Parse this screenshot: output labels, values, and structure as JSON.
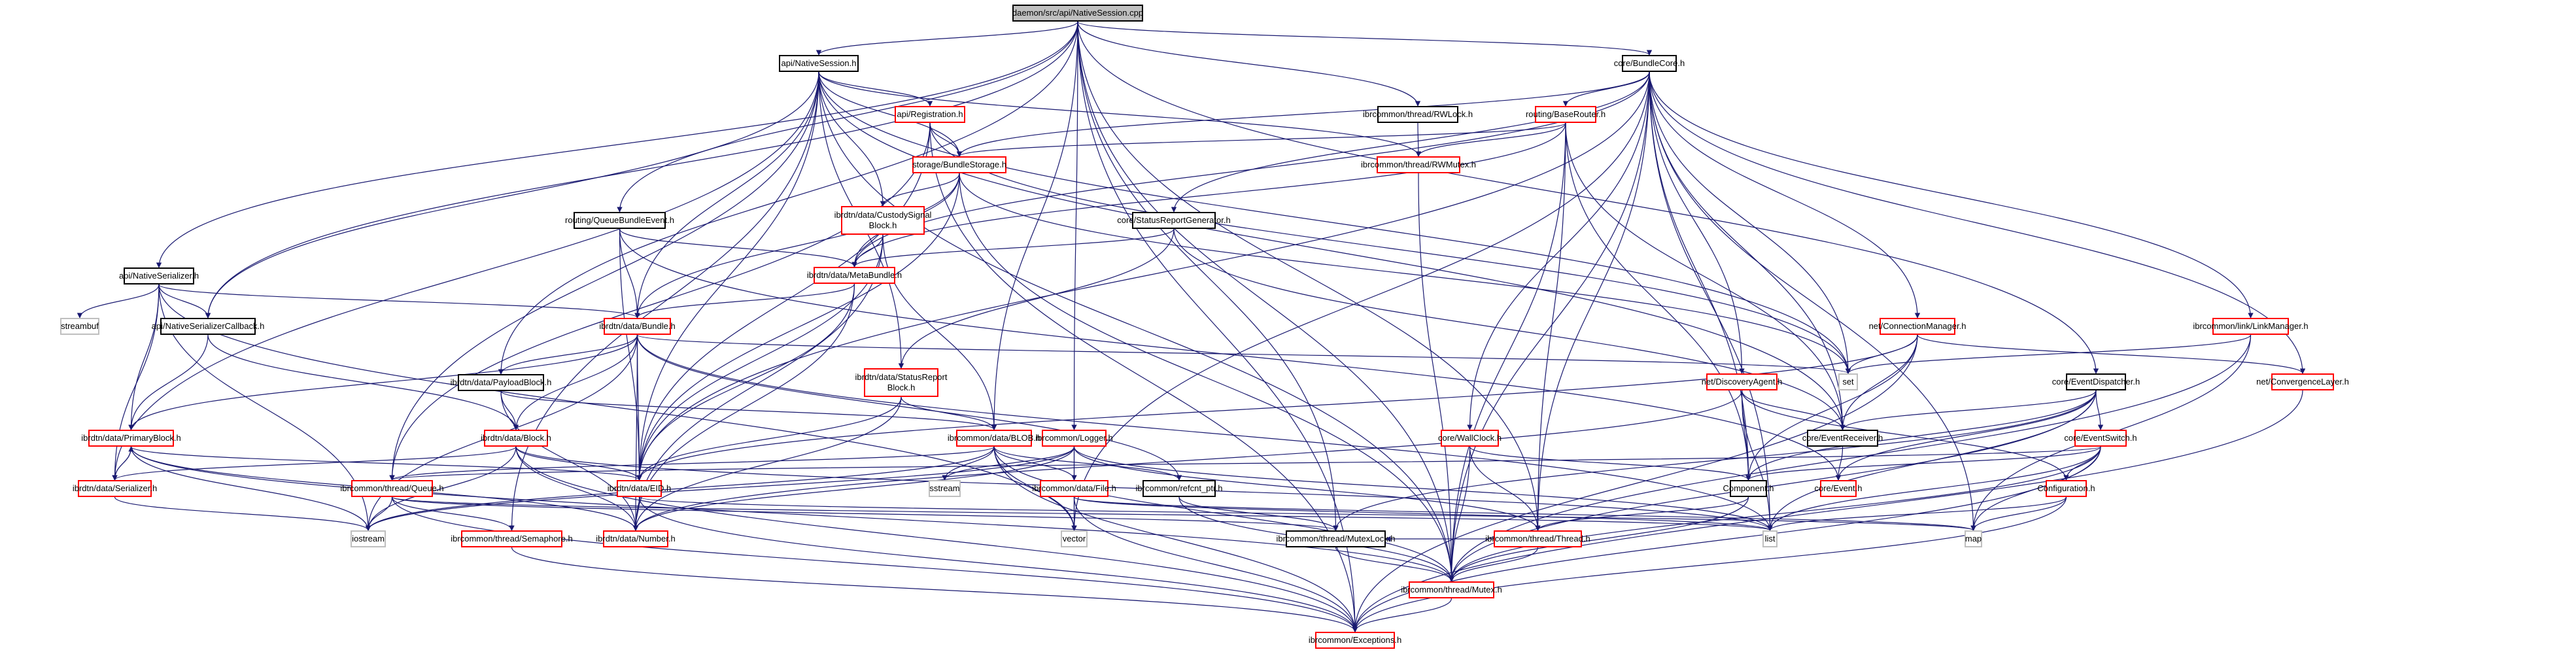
{
  "diagram": {
    "type": "include-dependency-graph",
    "edge_color": "#191970",
    "legend_colors": {
      "documented": "#000000",
      "truncated": "#ff0000",
      "system": "#bfbfbf",
      "root_fill": "#bfbfbf"
    },
    "nodes": [
      {
        "id": "root",
        "label": "daemon/src/api/NativeSession.cpp",
        "kind": "root"
      },
      {
        "id": "nsh",
        "label": "api/NativeSession.h",
        "kind": "doc"
      },
      {
        "id": "bcore",
        "label": "core/BundleCore.h",
        "kind": "doc"
      },
      {
        "id": "reg",
        "label": "api/Registration.h",
        "kind": "red"
      },
      {
        "id": "rwlock",
        "label": "ibrcommon/thread/RWLock.h",
        "kind": "doc"
      },
      {
        "id": "brouter",
        "label": "routing/BaseRouter.h",
        "kind": "red"
      },
      {
        "id": "bstore",
        "label": "storage/BundleStorage.h",
        "kind": "red"
      },
      {
        "id": "rwmutex",
        "label": "ibrcommon/thread/RWMutex.h",
        "kind": "red"
      },
      {
        "id": "custody",
        "label": "ibrdtn/data/CustodySignal\nBlock.h",
        "kind": "red"
      },
      {
        "id": "qbe",
        "label": "routing/QueueBundleEvent.h",
        "kind": "doc"
      },
      {
        "id": "srgen",
        "label": "core/StatusReportGenerator.h",
        "kind": "doc"
      },
      {
        "id": "nser",
        "label": "api/NativeSerializer.h",
        "kind": "doc"
      },
      {
        "id": "meta",
        "label": "ibrdtn/data/MetaBundle.h",
        "kind": "red"
      },
      {
        "id": "streambuf",
        "label": "streambuf",
        "kind": "sys"
      },
      {
        "id": "nsercb",
        "label": "api/NativeSerializerCallback.h",
        "kind": "doc"
      },
      {
        "id": "bundle",
        "label": "ibrdtn/data/Bundle.h",
        "kind": "red"
      },
      {
        "id": "connmgr",
        "label": "net/ConnectionManager.h",
        "kind": "red"
      },
      {
        "id": "linkmgr",
        "label": "ibrcommon/link/LinkManager.h",
        "kind": "red"
      },
      {
        "id": "payload",
        "label": "ibrdtn/data/PayloadBlock.h",
        "kind": "doc"
      },
      {
        "id": "srblock",
        "label": "ibrdtn/data/StatusReport\nBlock.h",
        "kind": "red"
      },
      {
        "id": "set",
        "label": "set",
        "kind": "sys"
      },
      {
        "id": "disc",
        "label": "net/DiscoveryAgent.h",
        "kind": "red"
      },
      {
        "id": "evdisp",
        "label": "core/EventDispatcher.h",
        "kind": "doc"
      },
      {
        "id": "cl",
        "label": "net/ConvergenceLayer.h",
        "kind": "red"
      },
      {
        "id": "primary",
        "label": "ibrdtn/data/PrimaryBlock.h",
        "kind": "red"
      },
      {
        "id": "block",
        "label": "ibrdtn/data/Block.h",
        "kind": "red"
      },
      {
        "id": "blob",
        "label": "ibrcommon/data/BLOB.h",
        "kind": "red"
      },
      {
        "id": "logger",
        "label": "ibrcommon/Logger.h",
        "kind": "red"
      },
      {
        "id": "wallclock",
        "label": "core/WallClock.h",
        "kind": "red"
      },
      {
        "id": "evrecv",
        "label": "core/EventReceiver.h",
        "kind": "doc"
      },
      {
        "id": "evswitch",
        "label": "core/EventSwitch.h",
        "kind": "red"
      },
      {
        "id": "serializer",
        "label": "ibrdtn/data/Serializer.h",
        "kind": "red"
      },
      {
        "id": "queue",
        "label": "ibrcommon/thread/Queue.h",
        "kind": "red"
      },
      {
        "id": "eid",
        "label": "ibrdtn/data/EID.h",
        "kind": "red"
      },
      {
        "id": "sstream",
        "label": "sstream",
        "kind": "sys"
      },
      {
        "id": "file",
        "label": "ibrcommon/data/File.h",
        "kind": "red"
      },
      {
        "id": "refcnt",
        "label": "ibrcommon/refcnt_ptr.h",
        "kind": "doc"
      },
      {
        "id": "component",
        "label": "Component.h",
        "kind": "doc"
      },
      {
        "id": "event",
        "label": "core/Event.h",
        "kind": "red"
      },
      {
        "id": "config",
        "label": "Configuration.h",
        "kind": "red"
      },
      {
        "id": "iostream",
        "label": "iostream",
        "kind": "sys"
      },
      {
        "id": "semaphore",
        "label": "ibrcommon/thread/Semaphore.h",
        "kind": "red"
      },
      {
        "id": "number",
        "label": "ibrdtn/data/Number.h",
        "kind": "red"
      },
      {
        "id": "vector",
        "label": "vector",
        "kind": "sys"
      },
      {
        "id": "mutexlock",
        "label": "ibrcommon/thread/MutexLock.h",
        "kind": "doc"
      },
      {
        "id": "thread",
        "label": "ibrcommon/thread/Thread.h",
        "kind": "red"
      },
      {
        "id": "list",
        "label": "list",
        "kind": "sys"
      },
      {
        "id": "map",
        "label": "map",
        "kind": "sys"
      },
      {
        "id": "mutex",
        "label": "ibrcommon/thread/Mutex.h",
        "kind": "red"
      },
      {
        "id": "exceptions",
        "label": "ibrcommon/Exceptions.h",
        "kind": "red"
      }
    ],
    "edges": [
      [
        "root",
        "nsh"
      ],
      [
        "root",
        "bcore"
      ],
      [
        "root",
        "nser"
      ],
      [
        "root",
        "nsercb"
      ],
      [
        "root",
        "qbe"
      ],
      [
        "root",
        "payload"
      ],
      [
        "root",
        "blob"
      ],
      [
        "root",
        "logger"
      ],
      [
        "root",
        "rwlock"
      ],
      [
        "root",
        "mutexlock"
      ],
      [
        "root",
        "mutex"
      ],
      [
        "root",
        "exceptions"
      ],
      [
        "root",
        "evdisp"
      ],
      [
        "root",
        "thread"
      ],
      [
        "nsh",
        "reg"
      ],
      [
        "nsh",
        "bstore"
      ],
      [
        "nsh",
        "custody"
      ],
      [
        "nsh",
        "srblock"
      ],
      [
        "nsh",
        "bundle"
      ],
      [
        "nsh",
        "queue"
      ],
      [
        "nsh",
        "rwmutex"
      ],
      [
        "nsh",
        "evrecv"
      ],
      [
        "nsh",
        "eid"
      ],
      [
        "nsh",
        "serializer"
      ],
      [
        "nsh",
        "nsercb"
      ],
      [
        "nsh",
        "semaphore"
      ],
      [
        "nsh",
        "set"
      ],
      [
        "nsh",
        "mutex"
      ],
      [
        "reg",
        "bstore"
      ],
      [
        "reg",
        "queue"
      ],
      [
        "reg",
        "eid"
      ],
      [
        "reg",
        "set"
      ],
      [
        "reg",
        "exceptions"
      ],
      [
        "bstore",
        "custody"
      ],
      [
        "bstore",
        "meta"
      ],
      [
        "bstore",
        "bundle"
      ],
      [
        "bstore",
        "eid"
      ],
      [
        "bstore",
        "set"
      ],
      [
        "bstore",
        "mutex"
      ],
      [
        "rwlock",
        "rwmutex"
      ],
      [
        "rwmutex",
        "mutex"
      ],
      [
        "custody",
        "meta"
      ],
      [
        "custody",
        "blob"
      ],
      [
        "custody",
        "eid"
      ],
      [
        "custody",
        "number"
      ],
      [
        "qbe",
        "bundle"
      ],
      [
        "qbe",
        "meta"
      ],
      [
        "qbe",
        "eid"
      ],
      [
        "qbe",
        "event"
      ],
      [
        "srgen",
        "srblock"
      ],
      [
        "srgen",
        "meta"
      ],
      [
        "srgen",
        "evrecv"
      ],
      [
        "nser",
        "streambuf"
      ],
      [
        "nser",
        "nsercb"
      ],
      [
        "nser",
        "bundle"
      ],
      [
        "nser",
        "primary"
      ],
      [
        "nser",
        "serializer"
      ],
      [
        "nser",
        "iostream"
      ],
      [
        "nser",
        "vector"
      ],
      [
        "nsercb",
        "primary"
      ],
      [
        "nsercb",
        "block"
      ],
      [
        "meta",
        "bundle"
      ],
      [
        "meta",
        "eid"
      ],
      [
        "meta",
        "number"
      ],
      [
        "bundle",
        "payload"
      ],
      [
        "bundle",
        "block"
      ],
      [
        "bundle",
        "primary"
      ],
      [
        "bundle",
        "eid"
      ],
      [
        "bundle",
        "number"
      ],
      [
        "bundle",
        "refcnt"
      ],
      [
        "bundle",
        "set"
      ],
      [
        "bundle",
        "list"
      ],
      [
        "bundle",
        "iostream"
      ],
      [
        "bcore",
        "brouter"
      ],
      [
        "bcore",
        "srgen"
      ],
      [
        "bcore",
        "bstore"
      ],
      [
        "bcore",
        "meta"
      ],
      [
        "bcore",
        "connmgr"
      ],
      [
        "bcore",
        "linkmgr"
      ],
      [
        "bcore",
        "disc"
      ],
      [
        "bcore",
        "wallclock"
      ],
      [
        "bcore",
        "component"
      ],
      [
        "bcore",
        "evrecv"
      ],
      [
        "bcore",
        "set"
      ],
      [
        "bcore",
        "map"
      ],
      [
        "bcore",
        "cl"
      ],
      [
        "bcore",
        "eid"
      ],
      [
        "bcore",
        "vector"
      ],
      [
        "bcore",
        "thread"
      ],
      [
        "bcore",
        "mutex"
      ],
      [
        "bcore",
        "list"
      ],
      [
        "brouter",
        "rwmutex"
      ],
      [
        "brouter",
        "bstore"
      ],
      [
        "brouter",
        "meta"
      ],
      [
        "brouter",
        "component"
      ],
      [
        "brouter",
        "evrecv"
      ],
      [
        "brouter",
        "thread"
      ],
      [
        "brouter",
        "mutex"
      ],
      [
        "connmgr",
        "set"
      ],
      [
        "connmgr",
        "evrecv"
      ],
      [
        "connmgr",
        "cl"
      ],
      [
        "connmgr",
        "component"
      ],
      [
        "connmgr",
        "eid"
      ],
      [
        "connmgr",
        "exceptions"
      ],
      [
        "linkmgr",
        "set"
      ],
      [
        "linkmgr",
        "map"
      ],
      [
        "linkmgr",
        "mutex"
      ],
      [
        "cl",
        "exceptions"
      ],
      [
        "payload",
        "block"
      ],
      [
        "payload",
        "blob"
      ],
      [
        "payload",
        "number"
      ],
      [
        "srblock",
        "blob"
      ],
      [
        "srblock",
        "eid"
      ],
      [
        "srblock",
        "number"
      ],
      [
        "disc",
        "component"
      ],
      [
        "disc",
        "evrecv"
      ],
      [
        "disc",
        "list"
      ],
      [
        "disc",
        "config"
      ],
      [
        "disc",
        "number"
      ],
      [
        "evdisp",
        "evswitch"
      ],
      [
        "evdisp",
        "evrecv"
      ],
      [
        "evdisp",
        "event"
      ],
      [
        "evdisp",
        "component"
      ],
      [
        "evdisp",
        "list"
      ],
      [
        "evdisp",
        "mutexlock"
      ],
      [
        "evdisp",
        "mutex"
      ],
      [
        "evswitch",
        "component"
      ],
      [
        "evswitch",
        "config"
      ],
      [
        "evswitch",
        "map"
      ],
      [
        "evswitch",
        "list"
      ],
      [
        "evswitch",
        "mutex"
      ],
      [
        "evswitch",
        "exceptions"
      ],
      [
        "evswitch",
        "queue"
      ],
      [
        "primary",
        "serializer"
      ],
      [
        "primary",
        "eid"
      ],
      [
        "primary",
        "number"
      ],
      [
        "primary",
        "iostream"
      ],
      [
        "primary",
        "mutex"
      ],
      [
        "serializer",
        "primary"
      ],
      [
        "serializer",
        "iostream"
      ],
      [
        "block",
        "eid"
      ],
      [
        "block",
        "number"
      ],
      [
        "block",
        "serializer"
      ],
      [
        "block",
        "iostream"
      ],
      [
        "block",
        "list"
      ],
      [
        "block",
        "exceptions"
      ],
      [
        "blob",
        "sstream"
      ],
      [
        "blob",
        "file"
      ],
      [
        "blob",
        "refcnt"
      ],
      [
        "blob",
        "queue"
      ],
      [
        "blob",
        "mutex"
      ],
      [
        "blob",
        "iostream"
      ],
      [
        "blob",
        "vector"
      ],
      [
        "blob",
        "exceptions"
      ],
      [
        "logger",
        "sstream"
      ],
      [
        "logger",
        "file"
      ],
      [
        "logger",
        "vector"
      ],
      [
        "logger",
        "thread"
      ],
      [
        "logger",
        "iostream"
      ],
      [
        "logger",
        "number"
      ],
      [
        "logger",
        "list"
      ],
      [
        "wallclock",
        "component"
      ],
      [
        "wallclock",
        "thread"
      ],
      [
        "wallclock",
        "mutex"
      ],
      [
        "evrecv",
        "event"
      ],
      [
        "queue",
        "semaphore"
      ],
      [
        "queue",
        "iostream"
      ],
      [
        "queue",
        "mutexlock"
      ],
      [
        "queue",
        "exceptions"
      ],
      [
        "queue",
        "list"
      ],
      [
        "eid",
        "number"
      ],
      [
        "eid",
        "map"
      ],
      [
        "eid",
        "exceptions"
      ],
      [
        "file",
        "vector"
      ],
      [
        "file",
        "list"
      ],
      [
        "file",
        "exceptions"
      ],
      [
        "file",
        "map"
      ],
      [
        "refcnt",
        "mutexlock"
      ],
      [
        "refcnt",
        "mutex"
      ],
      [
        "component",
        "thread"
      ],
      [
        "component",
        "mutex"
      ],
      [
        "config",
        "map"
      ],
      [
        "config",
        "list"
      ],
      [
        "config",
        "exceptions"
      ],
      [
        "semaphore",
        "exceptions"
      ],
      [
        "mutexlock",
        "mutex"
      ],
      [
        "thread",
        "mutex"
      ],
      [
        "thread",
        "mutexlock"
      ],
      [
        "mutex",
        "exceptions"
      ]
    ]
  }
}
